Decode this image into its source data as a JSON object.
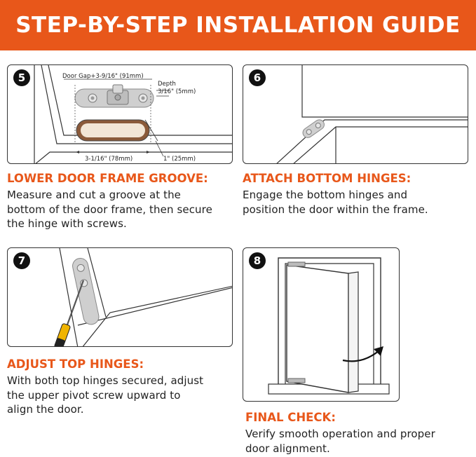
{
  "banner": {
    "title": "STEP-BY-STEP INSTALLATION GUIDE",
    "color": "#e8571a"
  },
  "steps": [
    {
      "number": "5",
      "title": "LOWER DOOR FRAME GROOVE:",
      "lines": [
        "Measure and cut a groove at the",
        "bottom of the door frame, then secure",
        "the hinge with screws."
      ],
      "dimensions": {
        "door_gap": "Door Gap+3-9/16\" (91mm)",
        "depth_label": "Depth",
        "depth_value": "3/16\" (5mm)",
        "length": "3-1/16\" (78mm)",
        "width": "1\" (25mm)"
      }
    },
    {
      "number": "6",
      "title": "ATTACH BOTTOM HINGES:",
      "lines": [
        "Engage the bottom hinges and",
        "position the door within the frame."
      ]
    },
    {
      "number": "7",
      "title": "ADJUST TOP HINGES:",
      "lines": [
        "With both top hinges secured, adjust",
        "the upper pivot screw upward to",
        "align the door."
      ]
    },
    {
      "number": "8",
      "title": "FINAL CHECK:",
      "lines": [
        "Verify smooth operation and proper",
        "door alignment."
      ]
    }
  ]
}
